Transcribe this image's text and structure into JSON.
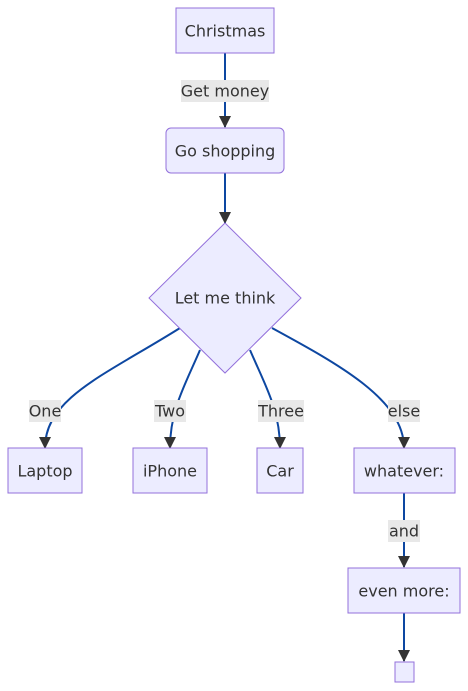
{
  "diagram": {
    "nodes": {
      "christmas": "Christmas",
      "go_shopping": "Go shopping",
      "decision": "Let me think",
      "laptop": "Laptop",
      "iphone": "iPhone",
      "car": "Car",
      "whatever": "whatever:",
      "even_more": "even more:",
      "empty": ""
    },
    "edges": {
      "christmas_to_shopping": "Get money",
      "to_laptop": "One",
      "to_iphone": "Two",
      "to_car": "Three",
      "to_whatever": "else",
      "whatever_to_even_more": "and"
    },
    "colors": {
      "node_fill": "#ECECFF",
      "node_stroke": "#9370DB",
      "edge": "#0D47A1",
      "label_bg": "#e8e8e8",
      "text": "#333333"
    }
  }
}
